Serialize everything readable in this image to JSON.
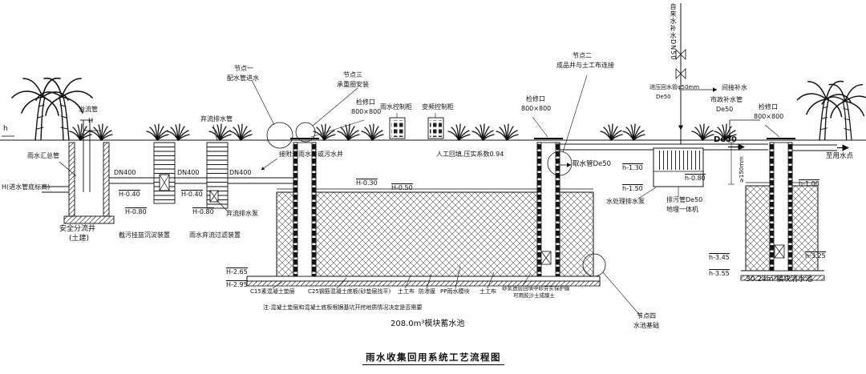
{
  "title": "雨水收集回用系统工艺流程图",
  "left_area": {
    "h_ref": "h",
    "overflow_pipe": "溢流管",
    "overflow_h": "H",
    "rain_header": "雨水汇总管",
    "inlet_invert": "H(进水管底标高)",
    "safety_well_line1": "安全分流井",
    "safety_well_line2": "(土建)",
    "waste_drain_pipe": "弃流排水管",
    "waste_pump": "弃流排水泵",
    "basket_device": "截污挂篮沉淀装置",
    "filter_device": "雨水弃流过滤装置",
    "dn400": "DN400",
    "h_040": "H-0.40",
    "h_080": "H-0.80"
  },
  "nodes": {
    "n1_title": "节点一",
    "n1_sub": "配水管进水",
    "n2_title": "节点二",
    "n2_sub": "成品井与土工布连接",
    "n3_title": "节点三",
    "n3_sub": "承重圈安装",
    "n4_title": "节点四",
    "n4_sub": "水池基础"
  },
  "access": {
    "label": "检修口",
    "size": "800×800"
  },
  "cabinets": {
    "rain_ctrl": "雨水控制柜",
    "vfd_ctrl": "变频控制柜"
  },
  "tank_main": {
    "connect_note": "接附近雨水井或污水井",
    "backfill_note": "人工回填,压实系数0.94",
    "h_030": "H-0.30",
    "h_050": "H-0.50",
    "h_265": "H-2.65",
    "h_295": "H-2.95",
    "volume": "208.0m³模块蓄水池",
    "note": "注:混凝土垫层和混凝土底板根据基坑开挖地质情况决定是否需要"
  },
  "base_layers": {
    "l1": "C15素混凝土垫层",
    "l2": "C25钢筋混凝土底板(砂垫层找平)",
    "l3": "土工布",
    "l4": "防渗膜",
    "l5": "PP雨水模块",
    "l6": "土工布",
    "l7a": "砂浆透层回填中砂夯实保护膜",
    "l7b": "可用胶沙土成膜土"
  },
  "right_area": {
    "tap_supply": "自来水补水DN50",
    "return_pipe": "进压回水管φ50mm",
    "return_de50": "De50",
    "indirect": "间接补水",
    "municipal": "市政补水管",
    "municipal_de50": "De50",
    "intake": "取水管De50",
    "h_130": "h-1.30",
    "h_150": "h-1.50",
    "treat_pump": "水处理排水泵",
    "sewage": "排污管De50",
    "machine": "地埋一体机",
    "de50_bold": "De50",
    "to_use": "至用水点",
    "h_080": "h-0.80",
    "cover": "≥150mm",
    "h_100": "h-1.00",
    "h_345": "h-3.45",
    "h_355": "h-3.55",
    "h_325": "h-3.25",
    "clean_volume": "30.24m³模块清水池"
  }
}
